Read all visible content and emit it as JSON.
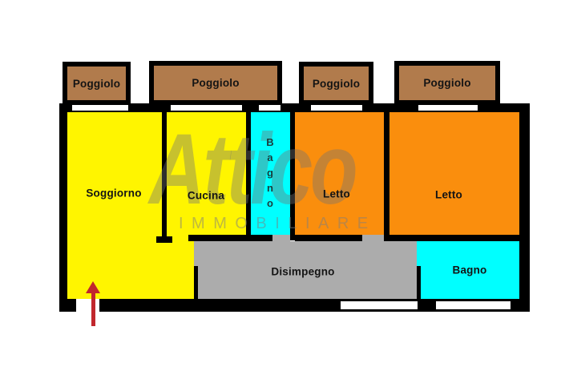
{
  "plan": {
    "balconies": [
      {
        "label": "Poggiolo"
      },
      {
        "label": "Poggiolo"
      },
      {
        "label": "Poggiolo"
      },
      {
        "label": "Poggiolo"
      }
    ],
    "rooms": {
      "soggiorno": {
        "label": "Soggiorno"
      },
      "cucina": {
        "label": "Cucina"
      },
      "bagno_small": {
        "label": "Bagno"
      },
      "letto_1": {
        "label": "Letto"
      },
      "letto_2": {
        "label": "Letto"
      },
      "disimpegno": {
        "label": "Disimpegno"
      },
      "bagno": {
        "label": "Bagno"
      }
    },
    "entrance_arrow": {
      "color": "#c1272d"
    }
  },
  "watermark": {
    "brand": "Attico",
    "subtitle": "IMMOBILIARE"
  },
  "colors": {
    "room_yellow": "#fff500",
    "room_orange": "#fa8e0d",
    "room_cyan": "#00ffff",
    "hallway_gray": "#acacac",
    "balcony_brown": "#b17b4c",
    "wall_black": "#000000",
    "arrow_red": "#c1272d",
    "watermark_gray": "#8a8a8a"
  }
}
